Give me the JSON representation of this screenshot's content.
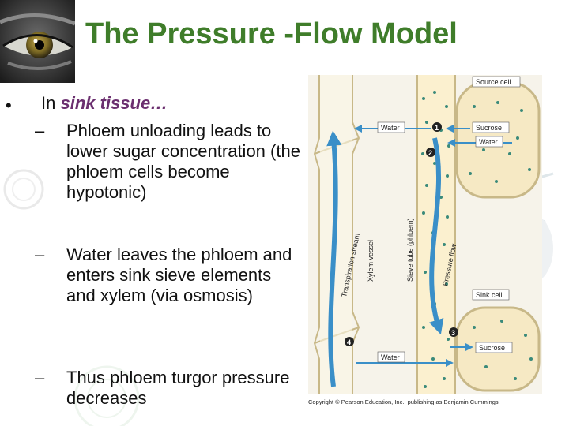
{
  "slide": {
    "title": "The Pressure -Flow Model",
    "bullet": {
      "marker": "•",
      "prefix": "In ",
      "emphasis": "sink tissue…",
      "subpoints": [
        {
          "marker": "–",
          "text": "Phloem unloading leads to lower sugar concentration (the phloem cells become hypotonic)"
        },
        {
          "marker": "–",
          "text": "Water leaves the phloem and enters sink sieve elements and xylem (via osmosis)"
        },
        {
          "marker": "–",
          "text": "Thus phloem turgor pressure decreases"
        }
      ]
    }
  },
  "figure": {
    "source_cell": "Source cell",
    "sink_cell": "Sink cell",
    "water_top": "Water",
    "water_bottom": "Water",
    "sucrose_top": "Sucrose",
    "water_right": "Water",
    "sucrose_bottom": "Sucrose",
    "xylem_vessel": "Xylem vessel",
    "sieve_tube": "Sieve tube (phloem)",
    "transpiration_stream": "Transpiration stream",
    "pressure_flow": "Pressure flow",
    "step1": "1",
    "step2": "2",
    "step3": "3",
    "step4": "4",
    "copyright": "Copyright © Pearson Education, Inc., publishing as Benjamin Cummings."
  },
  "colors": {
    "title": "#3f7d2a",
    "emphasis": "#6b2f6f",
    "arrow": "#3a8fc8",
    "cell_fill": "#f6e9c4",
    "dot": "#3a8a7a"
  }
}
